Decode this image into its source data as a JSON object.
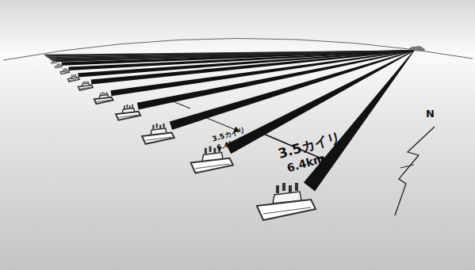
{
  "diagram": {
    "labels": [
      "3.5カイリ",
      "6.4km",
      "3.5カイリ",
      "6.4km",
      "N"
    ]
  }
}
